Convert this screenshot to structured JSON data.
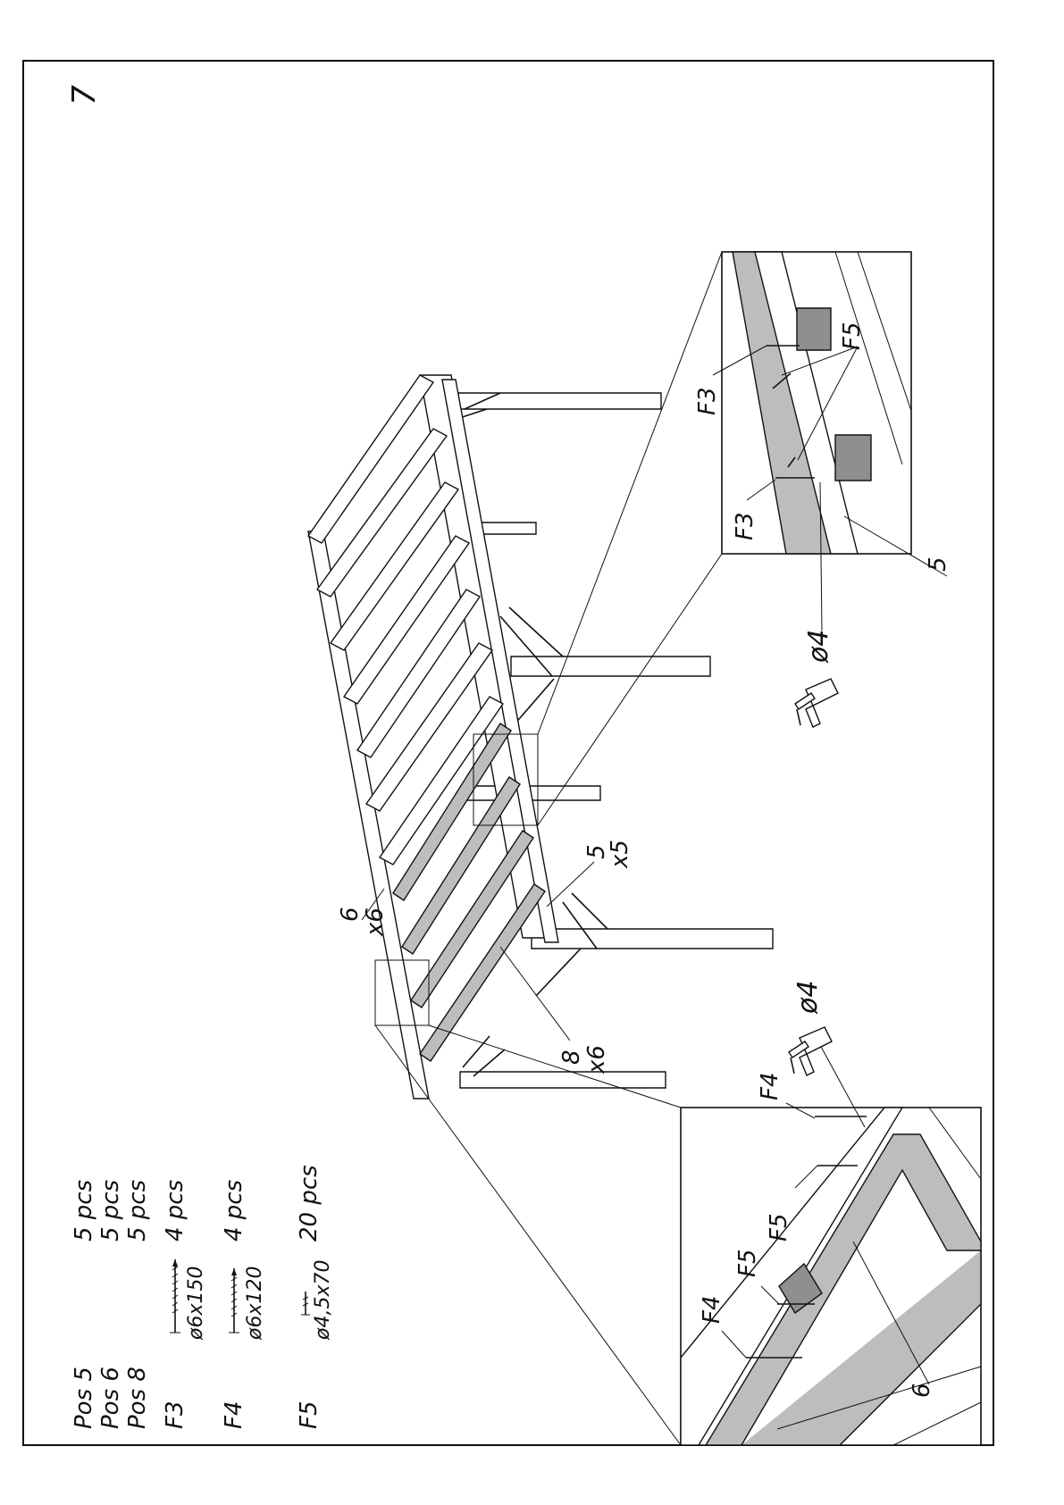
{
  "page": {
    "step_number": "7"
  },
  "parts_list": [
    {
      "part": "Pos 5",
      "size": "",
      "qty": "5 pcs"
    },
    {
      "part": "Pos 6",
      "size": "",
      "qty": "5 pcs"
    },
    {
      "part": "Pos 8",
      "size": "",
      "qty": "5 pcs"
    },
    {
      "part": "F3",
      "size": "ø6x150",
      "qty": "4 pcs"
    },
    {
      "part": "F4",
      "size": "ø6x120",
      "qty": "4 pcs"
    },
    {
      "part": "F5",
      "size": "ø4,5x70",
      "qty": "20 pcs"
    }
  ],
  "main_callouts": {
    "pos6": {
      "num": "6",
      "qty": "x6"
    },
    "pos5": {
      "num": "5",
      "qty": "x5"
    },
    "pos8": {
      "num": "8",
      "qty": "x6"
    }
  },
  "detail_top": {
    "labels": {
      "f3_a": "F3",
      "f3_b": "F3",
      "f5": "F5",
      "pos": "5"
    },
    "drill_label": "ø4"
  },
  "detail_bottom": {
    "labels": {
      "f4_a": "F4",
      "f4_b": "F4",
      "f5_a": "F5",
      "f5_b": "F5",
      "pos": "6"
    },
    "drill_label": "ø4"
  },
  "icons": [
    "drill-icon",
    "screw-icon"
  ]
}
